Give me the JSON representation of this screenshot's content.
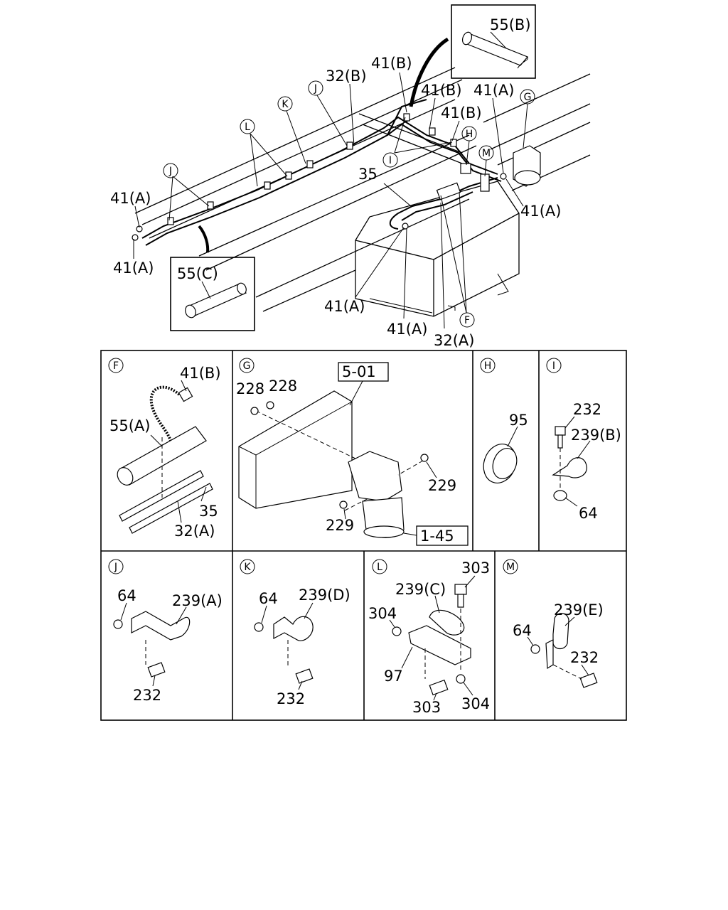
{
  "overview": {
    "callouts": {
      "c41B_top": "41(B)",
      "c32B": "32(B)",
      "c41B_mid": "41(B)",
      "c41A_top": "41(A)",
      "c41B_right": "41(B)",
      "c41A_left1": "41(A)",
      "c41A_left2": "41(A)",
      "c35": "35",
      "c41A_right": "41(A)",
      "c41A_bottom1": "41(A)",
      "c41A_bottom2": "41(A)",
      "c32A": "32(A)",
      "c55B": "55(B)",
      "c55C": "55(C)"
    },
    "letters": {
      "J1": "J",
      "J2": "J",
      "K": "K",
      "L": "L",
      "I": "I",
      "G": "G",
      "H": "H",
      "M": "M",
      "F": "F"
    }
  },
  "details": {
    "F": {
      "letter": "F",
      "l41B": "41(B)",
      "l55A": "55(A)",
      "l35": "35",
      "l32A": "32(A)"
    },
    "G": {
      "letter": "G",
      "ref1": "5-01",
      "ref2": "1-45",
      "l228a": "228",
      "l228b": "228",
      "l229a": "229",
      "l229b": "229"
    },
    "H": {
      "letter": "H",
      "l95": "95"
    },
    "I": {
      "letter": "I",
      "l232": "232",
      "l239B": "239(B)",
      "l64": "64"
    },
    "J": {
      "letter": "J",
      "l64": "64",
      "l239A": "239(A)",
      "l232": "232"
    },
    "K": {
      "letter": "K",
      "l64": "64",
      "l239D": "239(D)",
      "l232": "232"
    },
    "L": {
      "letter": "L",
      "l239C": "239(C)",
      "l303a": "303",
      "l304a": "304",
      "l97": "97",
      "l303b": "303",
      "l304b": "304"
    },
    "M": {
      "letter": "M",
      "l239E": "239(E)",
      "l64": "64",
      "l232": "232"
    }
  }
}
